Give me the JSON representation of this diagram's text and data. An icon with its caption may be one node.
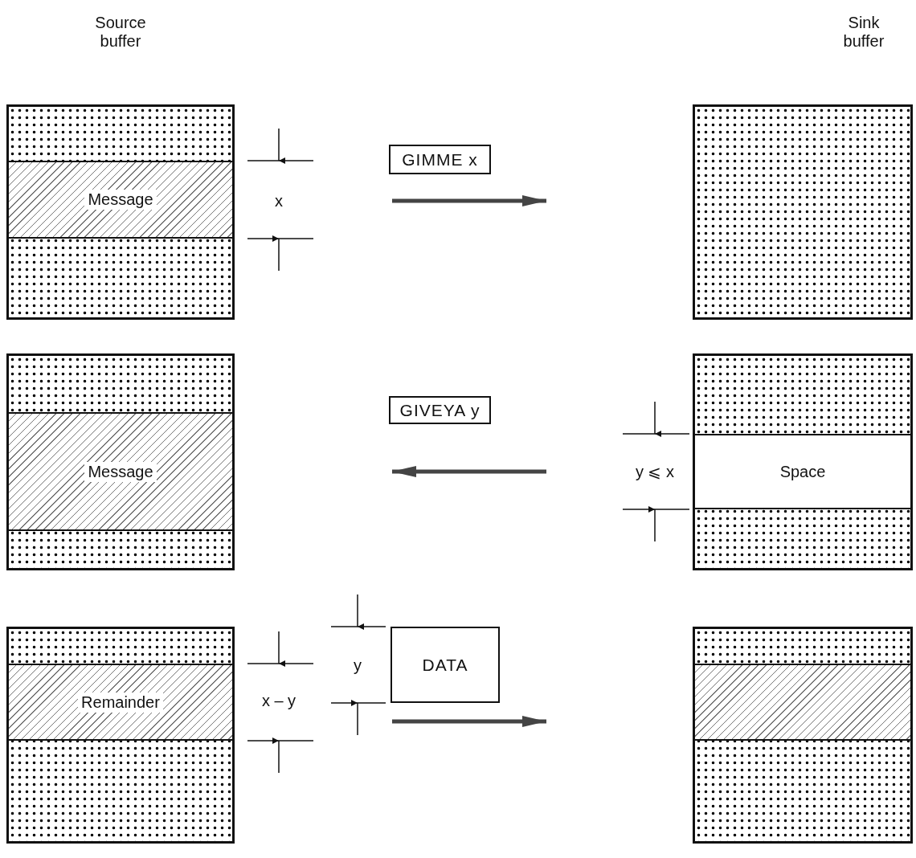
{
  "diagram": {
    "nodes": [
      {
        "text": [],
        "shape": "box"
      },
      {
        "text": [
          "Message"
        ],
        "in": 0
      },
      {
        "text": [
          "GIMME x"
        ]
      },
      {
        "text": [],
        "shape": "box"
      },
      {
        "text": [],
        "shape": "box"
      },
      {
        "text": [
          "Message"
        ],
        "in": 4
      },
      {
        "text": [
          "GIVEYA y"
        ]
      },
      {
        "text": [],
        "shape": "box"
      },
      {
        "text": [
          "Space"
        ],
        "in": 7
      },
      {
        "text": [],
        "shape": "box"
      },
      {
        "text": [
          "Remainder"
        ],
        "in": 9
      },
      {
        "text": [
          "DATA"
        ]
      },
      {
        "text": [],
        "shape": "box"
      },
      {
        "text": [],
        "shape": "bar",
        "in": 12
      }
    ],
    "labels": [
      "Source buffer",
      "Sink buffer",
      "x",
      "y ⩽ x",
      "y",
      "x – y"
    ]
  }
}
